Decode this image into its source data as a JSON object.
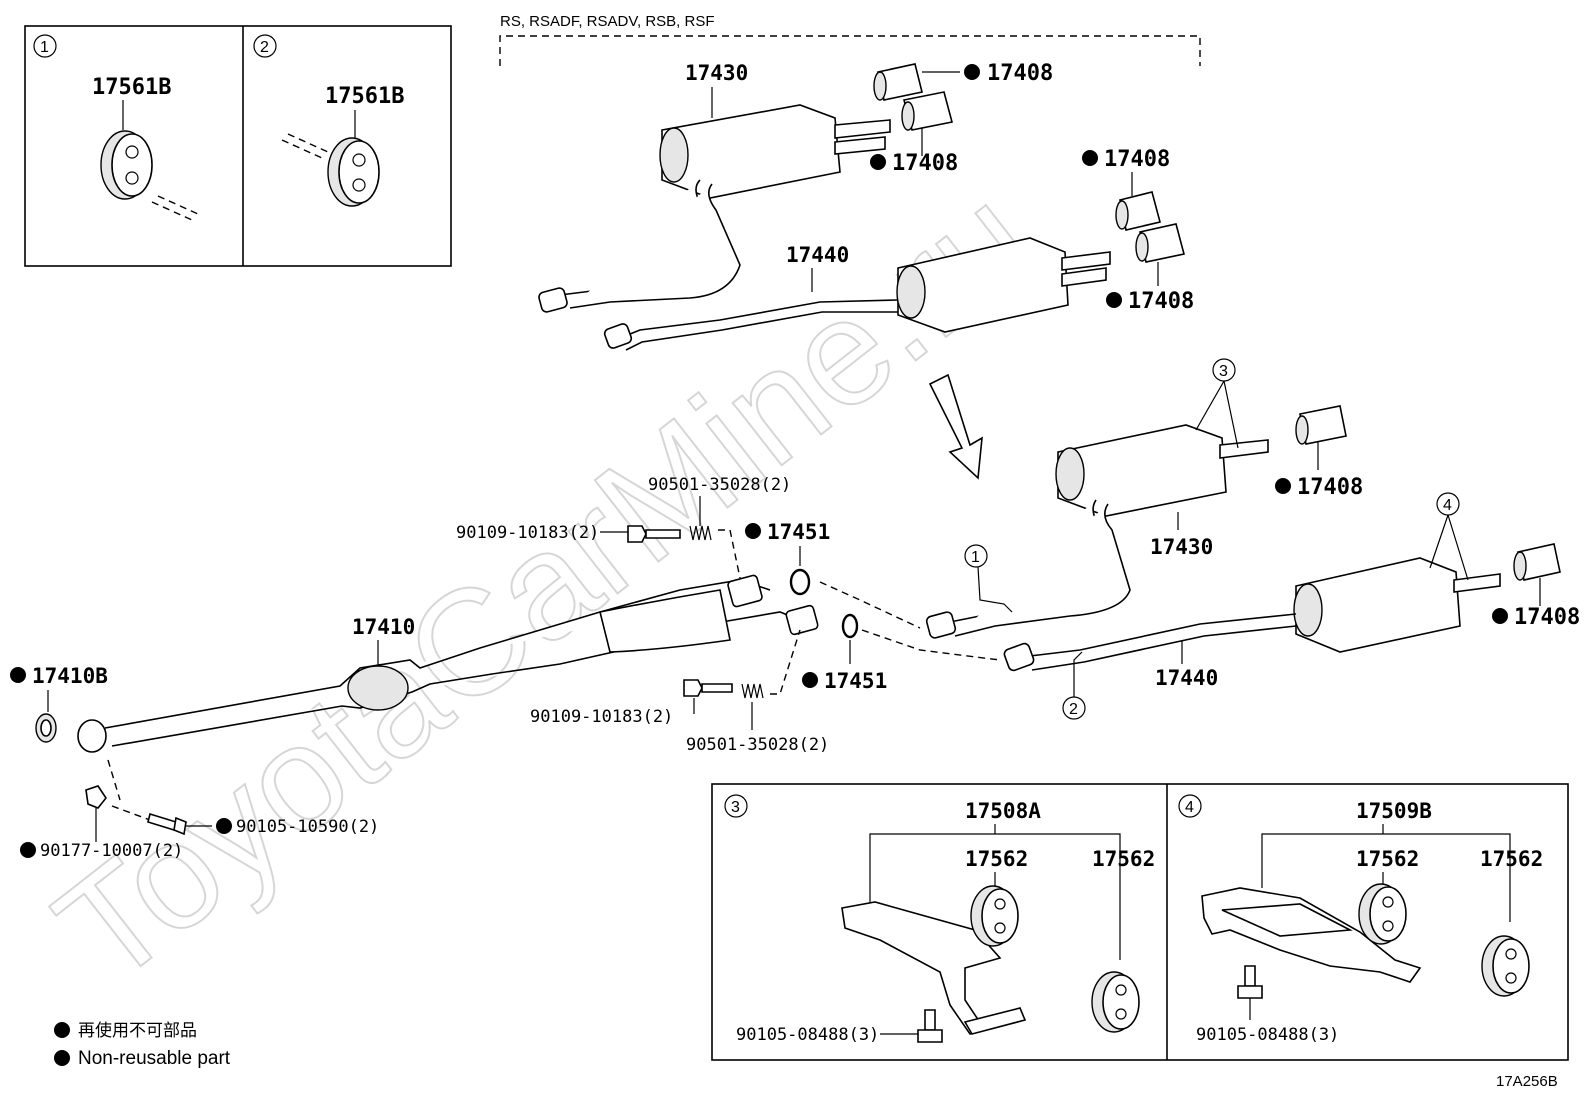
{
  "watermark": "ToyotaCarMine.ru",
  "inset_1": {
    "index": "1",
    "part": "17561B"
  },
  "inset_2": {
    "index": "2",
    "part": "17561B"
  },
  "variant_label": "RS, RSADF, RSADV, RSB, RSF",
  "variant_parts": {
    "p17430": "17430",
    "p17440": "17440",
    "tip_a": "17408",
    "tip_b": "17408",
    "tip_c": "17408",
    "tip_d": "17408"
  },
  "main_parts": {
    "p17410": "17410",
    "p17410B": "17410B",
    "p17451_a": "17451",
    "p17451_b": "17451",
    "bolt_top": "90109-10183(2)",
    "spring_top": "90501-35028(2)",
    "bolt_bottom": "90109-10183(2)",
    "spring_bottom": "90501-35028(2)",
    "bolt_front": "90105-10590(2)",
    "gasket_front": "90177-10007(2)",
    "p17430": "17430",
    "p17440": "17440",
    "tip_upper": "17408",
    "tip_lower": "17408",
    "callout_1": "1",
    "callout_2": "2",
    "callout_3": "3",
    "callout_4": "4"
  },
  "inset_3": {
    "index": "3",
    "assembly": "17508A",
    "hanger_a": "17562",
    "hanger_b": "17562",
    "bolt": "90105-08488(3)"
  },
  "inset_4": {
    "index": "4",
    "assembly": "17509B",
    "hanger_a": "17562",
    "hanger_b": "17562",
    "bolt": "90105-08488(3)"
  },
  "legend": {
    "jp": "再使用不可部品",
    "en": "Non-reusable part"
  },
  "diagram_code": "17A256B"
}
